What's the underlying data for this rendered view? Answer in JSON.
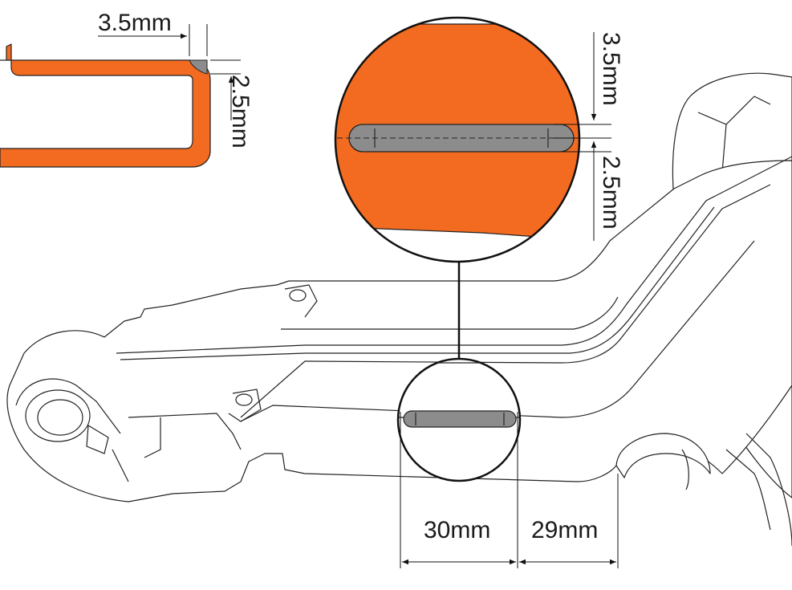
{
  "colors": {
    "accent": "#f26b21",
    "weld": "#8c8c8c",
    "outline": "#222222"
  },
  "dimensions": {
    "section_width": "3.5mm",
    "section_depth": "2.5mm",
    "zoom_width": "3.5mm",
    "zoom_depth": "2.5mm",
    "weld_length": "30mm",
    "weld_offset": "29mm"
  }
}
